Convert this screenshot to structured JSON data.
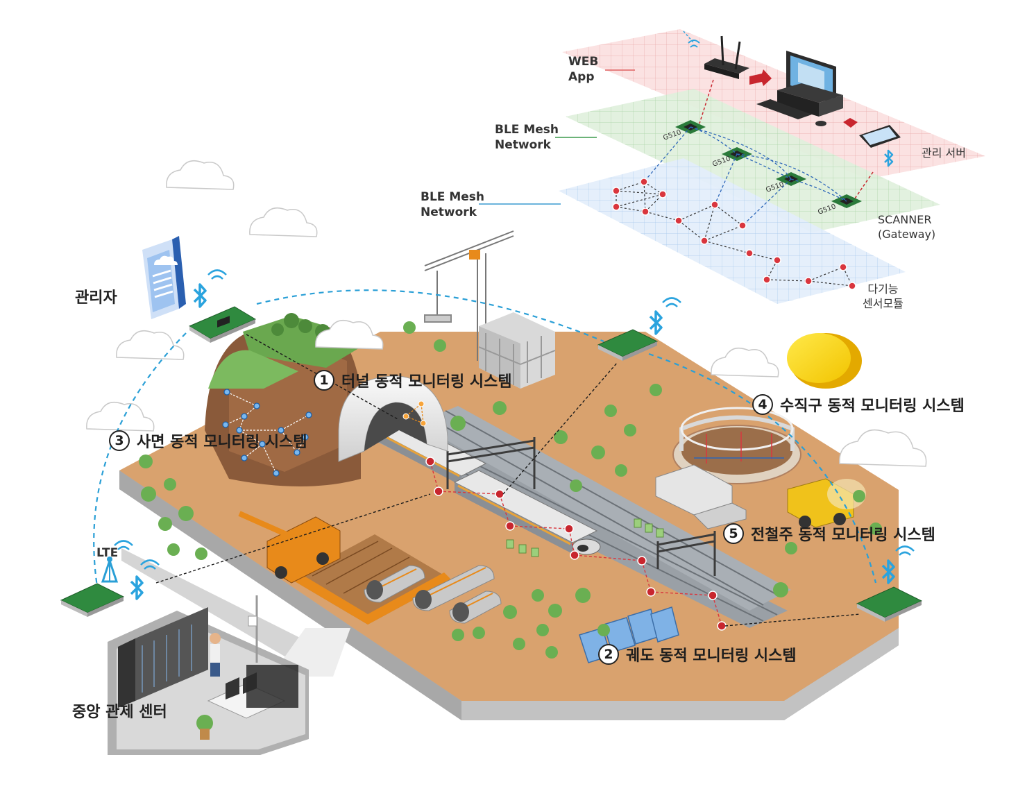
{
  "layers": {
    "web": {
      "label_line1": "WEB",
      "label_line2": "App",
      "color": "#e06060"
    },
    "ble_top": {
      "label_line1": "BLE Mesh",
      "label_line2": "Network",
      "color": "#3c9a4c"
    },
    "ble_bottom": {
      "label_line1": "BLE Mesh",
      "label_line2": "Network",
      "color": "#3a9ad0"
    },
    "server_label": "관리 서버",
    "scanner_line1": "SCANNER",
    "scanner_line2": "(Gateway)",
    "sensor_line1": "다기능",
    "sensor_line2": "센서모듈",
    "gateway_node_labels": [
      "G510",
      "G510",
      "G510",
      "G510"
    ]
  },
  "labels": {
    "manager": "관리자",
    "lte": "LTE",
    "central_center": "중앙 관제 센터"
  },
  "systems": [
    {
      "num": "1",
      "label": "터널 동적 모니터링 시스템"
    },
    {
      "num": "2",
      "label": "궤도 동적 모니터링 시스템"
    },
    {
      "num": "3",
      "label": "사면 동적 모니터링 시스템"
    },
    {
      "num": "4",
      "label": "수직구 동적 모니터링 시스템"
    },
    {
      "num": "5",
      "label": "전철주 동적 모니터링 시스템"
    }
  ],
  "colors": {
    "ground": "#d9a26e",
    "ground_side": "#b9b9b9",
    "grass": "#6aa84f",
    "link": "#2a9fd6",
    "sensor_node": "#d9363e",
    "bluetooth": "#2aa3de"
  },
  "icons": [
    "bluetooth-icon",
    "lte-tower-icon",
    "cloud-icon",
    "wifi-icon",
    "sun-icon",
    "pcb-gateway-icon"
  ]
}
